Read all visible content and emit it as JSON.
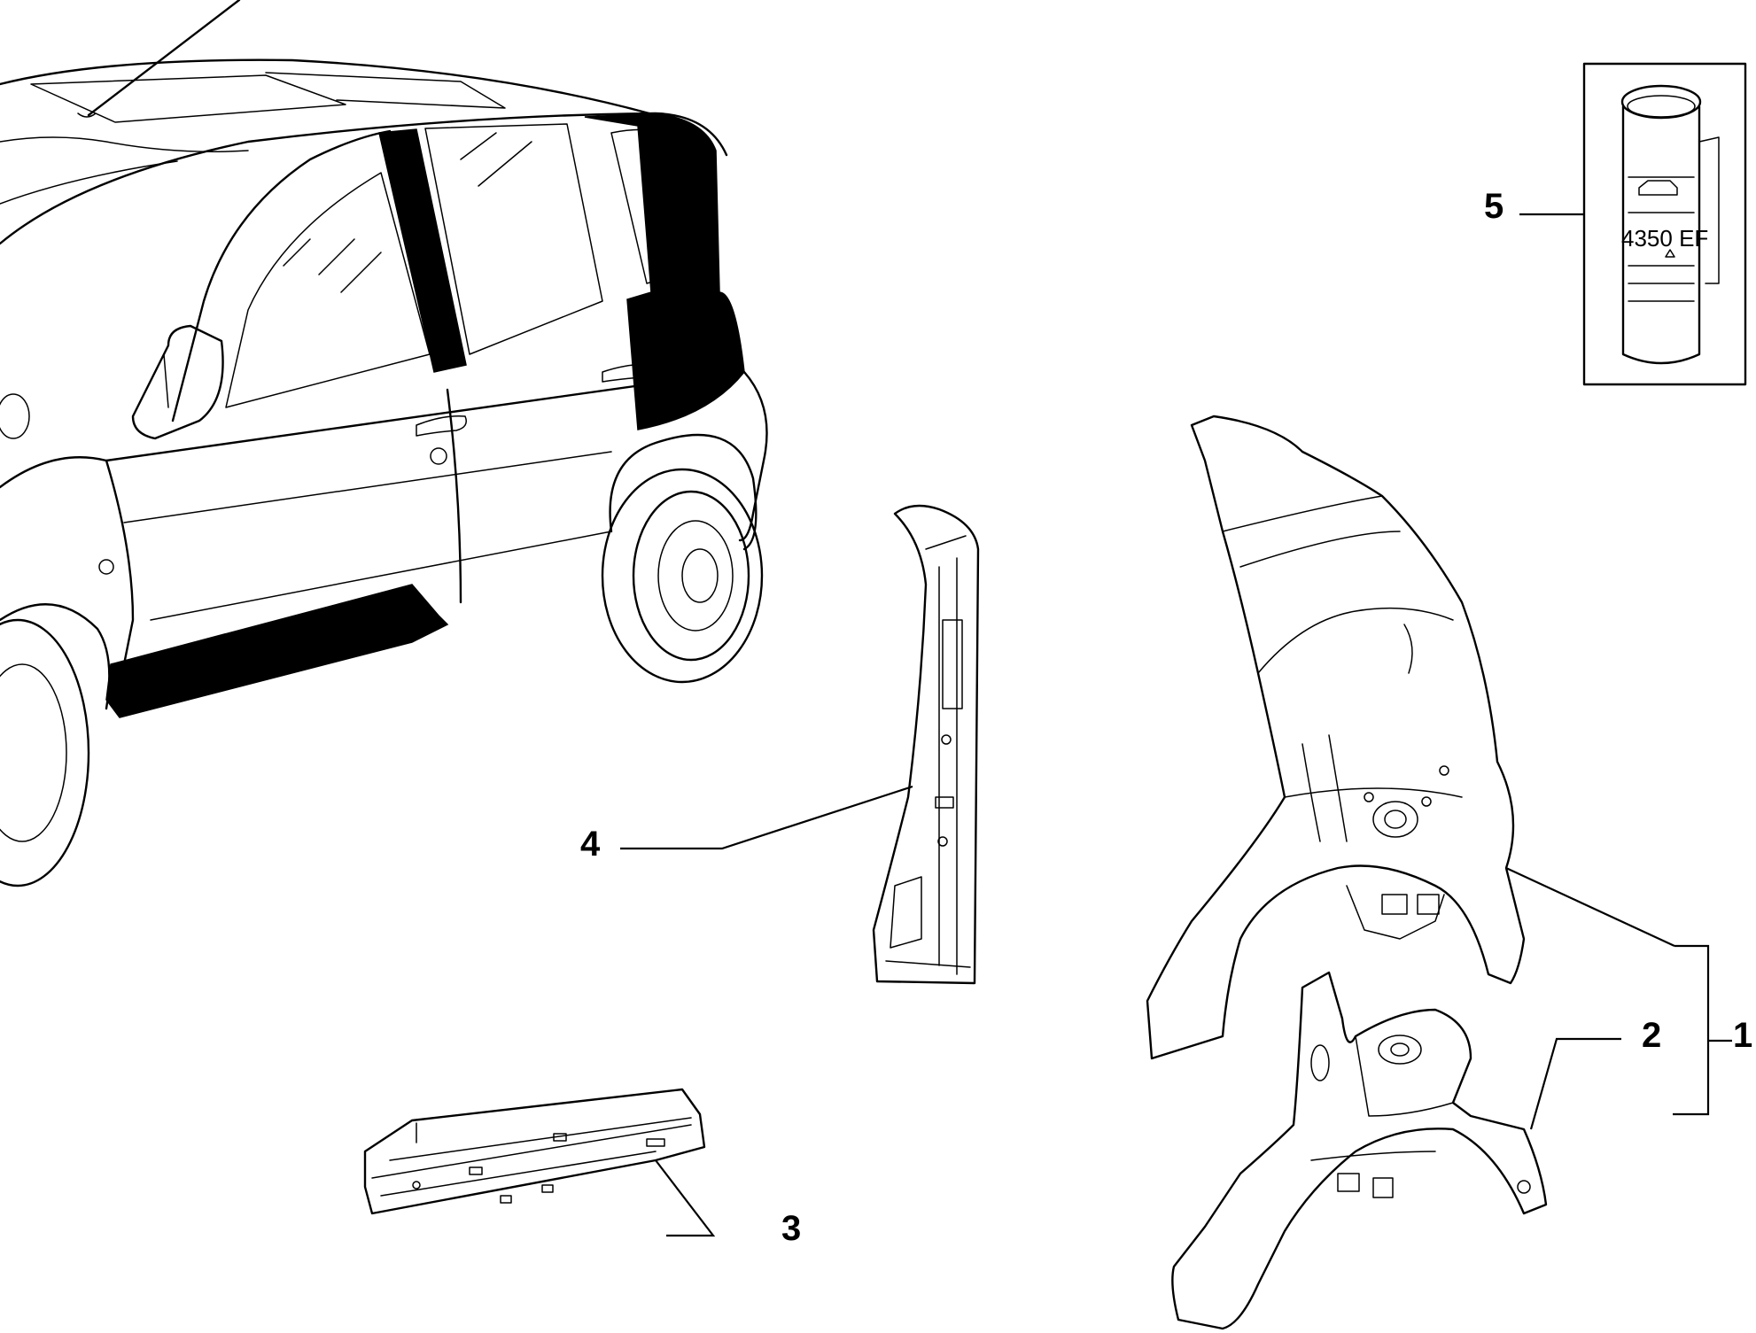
{
  "callouts": [
    {
      "id": "callout-1",
      "label": "1"
    },
    {
      "id": "callout-2",
      "label": "2"
    },
    {
      "id": "callout-3",
      "label": "3"
    },
    {
      "id": "callout-4",
      "label": "4"
    },
    {
      "id": "callout-5",
      "label": "5"
    }
  ],
  "sealant_can": {
    "code": "4350 EF"
  }
}
